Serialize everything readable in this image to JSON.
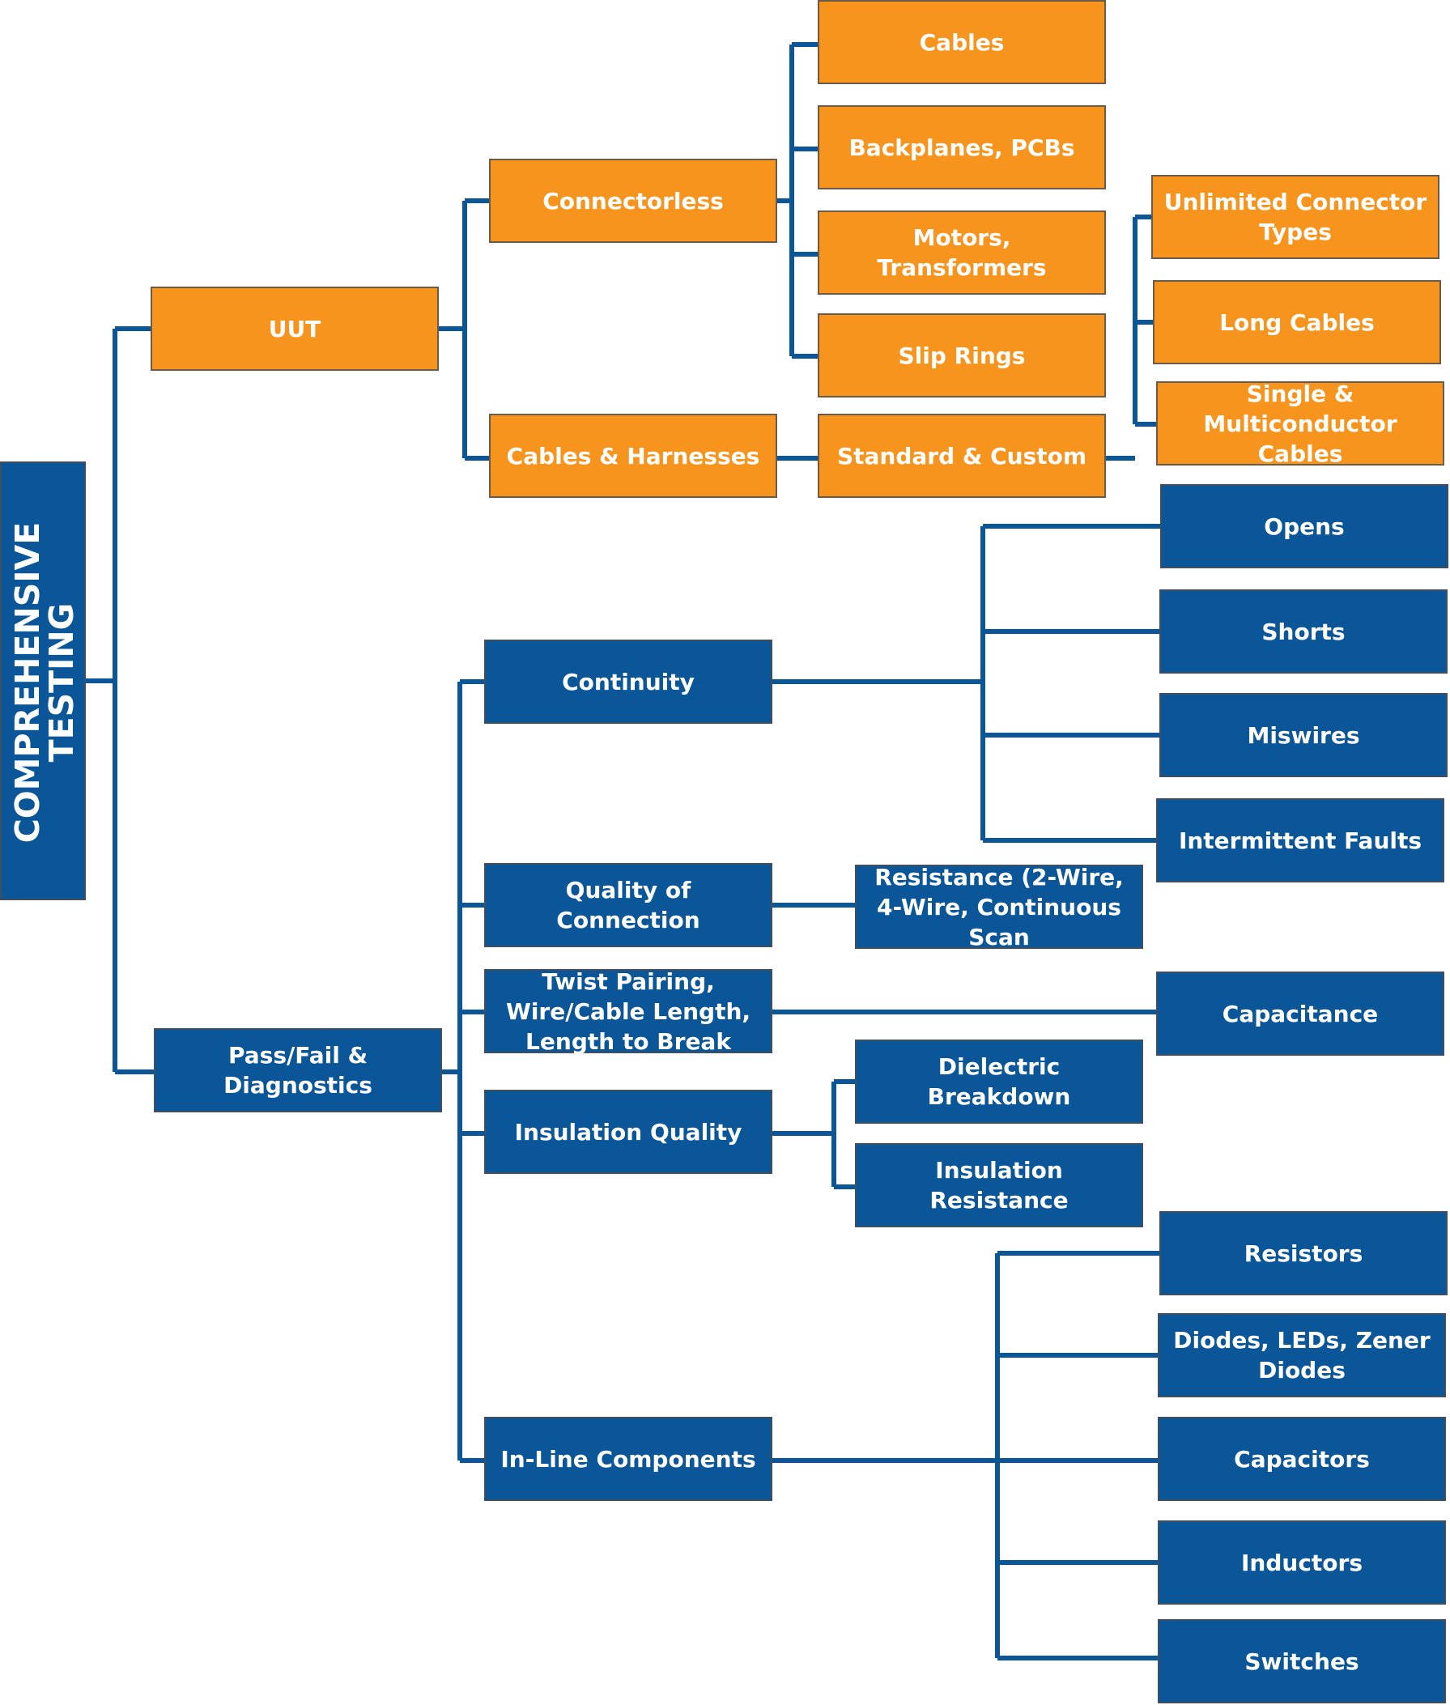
{
  "root": {
    "line1": "COMPREHENSIVE",
    "line2": "TESTING"
  },
  "uut": {
    "label": "UUT",
    "connectorless": {
      "label": "Connectorless",
      "items": [
        "Cables",
        "Backplanes, PCBs",
        "Motors, Transformers",
        "Slip Rings"
      ]
    },
    "cables_harnesses": {
      "label": "Cables & Harnesses",
      "standard_custom": {
        "label": "Standard & Custom",
        "items": [
          "Unlimited Connector Types",
          "Long Cables",
          "Single & Multiconductor Cables"
        ]
      }
    }
  },
  "pass_fail": {
    "label": "Pass/Fail & Diagnostics",
    "continuity": {
      "label": "Continuity",
      "items": [
        "Opens",
        "Shorts",
        "Miswires",
        "Intermittent Faults"
      ]
    },
    "quality": {
      "label": "Quality of Connection",
      "items": [
        "Resistance (2-Wire, 4-Wire, Continuous Scan"
      ]
    },
    "twist": {
      "label": "Twist Pairing, Wire/Cable Length, Length to Break",
      "items": [
        "Capacitance"
      ]
    },
    "insulation": {
      "label": "Insulation Quality",
      "items": [
        "Dielectric Breakdown",
        "Insulation Resistance"
      ]
    },
    "inline": {
      "label": "In-Line Components",
      "items": [
        "Resistors",
        "Diodes, LEDs, Zener Diodes",
        "Capacitors",
        "Inductors",
        "Switches"
      ]
    }
  },
  "colors": {
    "orange": "#f7941d",
    "blue": "#0a5699",
    "line": "#0a5699"
  }
}
